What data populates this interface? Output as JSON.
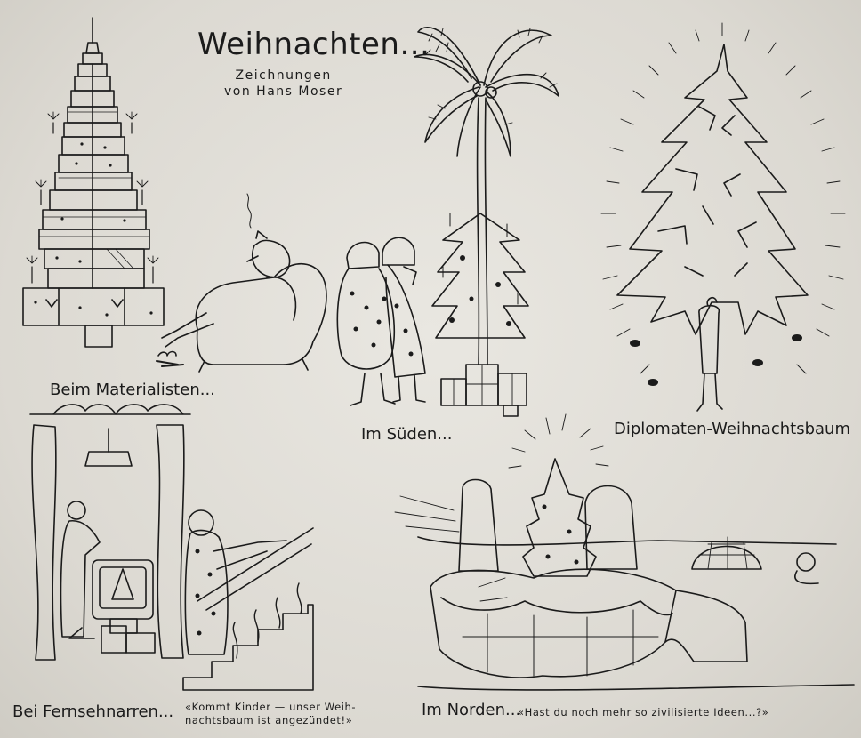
{
  "header": {
    "title": "Weihnachten...",
    "subtitle_line1": "Zeichnungen",
    "subtitle_line2": "von Hans Moser"
  },
  "panels": [
    {
      "id": "materialist",
      "caption": "Beim Materialisten..."
    },
    {
      "id": "sueden",
      "caption": "Im Süden..."
    },
    {
      "id": "diplomaten",
      "caption": "Diplomaten-Weihnachtsbaum"
    },
    {
      "id": "fernsehnarren",
      "caption": "Bei Fernsehnarren...",
      "quote_line1": "«Kommt Kinder — unser Weih-",
      "quote_line2": "nachtsbaum ist angezündet!»"
    },
    {
      "id": "norden",
      "caption": "Im Norden...",
      "quote": "«Hast du noch mehr so zivilisierte Ideen...?»"
    }
  ],
  "colors": {
    "paper": "#dedbd4",
    "ink": "#1b1b1b"
  }
}
